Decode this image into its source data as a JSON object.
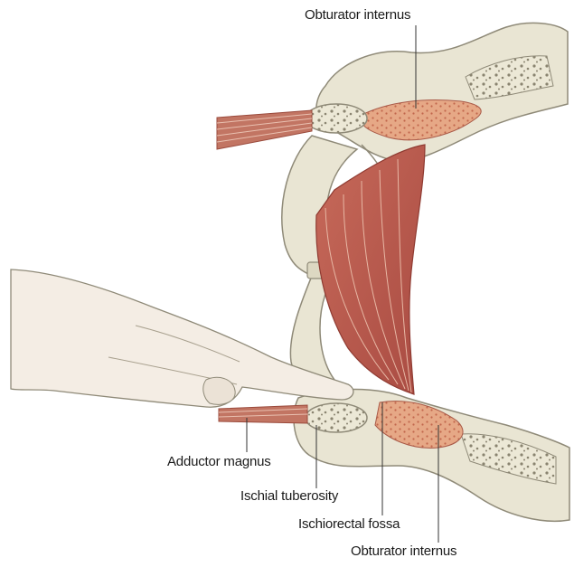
{
  "labels": {
    "obturator_internus_top": "Obturator internus",
    "adductor_magnus": "Adductor magnus",
    "ischial_tuberosity": "Ischial tuberosity",
    "ischiorectal_fossa": "Ischiorectal fossa",
    "obturator_internus_bottom": "Obturator internus"
  },
  "colors": {
    "bone": "#e8e4d2",
    "bone_outline": "#8f8a78",
    "muscle": "#b8554a",
    "muscle_light": "#e2a98c",
    "skin": "#f3ece3",
    "leader": "#333333"
  },
  "icons": {
    "hand": "finger-palpation-illustration",
    "pelvis": "pelvic-bone-section"
  }
}
